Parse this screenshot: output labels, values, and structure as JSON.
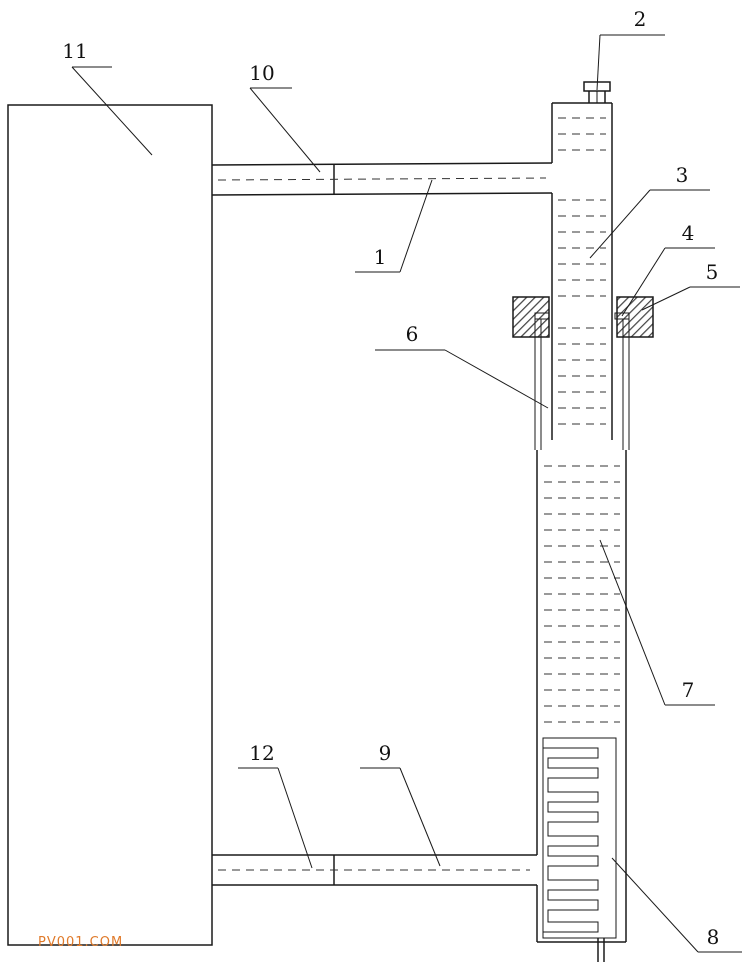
{
  "labels": {
    "l1": "1",
    "l2": "2",
    "l3": "3",
    "l4": "4",
    "l5": "5",
    "l6": "6",
    "l7": "7",
    "l8": "8",
    "l9": "9",
    "l10": "10",
    "l11": "11",
    "l12": "12"
  },
  "watermark": "PV001.COM",
  "colors": {
    "line": "#1a1a1a",
    "hatch": "#444444",
    "watermark": "#e07a2a"
  }
}
